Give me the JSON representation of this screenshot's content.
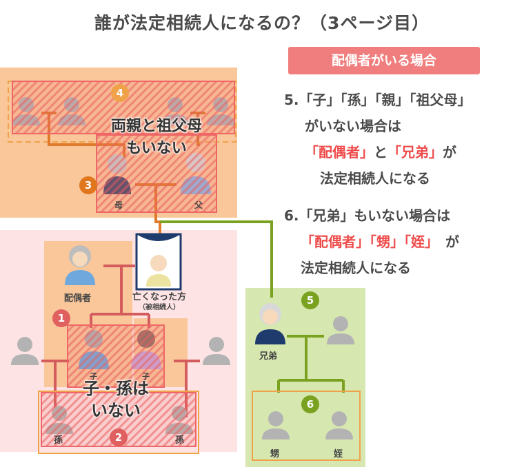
{
  "title": "誰が法定相続人になるの？（3ページ目）",
  "badge": "配偶者がいる場合",
  "rule5": {
    "line1": "5.「子」「孫」「親」「祖父母」",
    "line2": "がいない場合は",
    "line3_red1": "「配偶者」",
    "line3_mid": "と",
    "line3_red2": "「兄弟」",
    "line3_end": "が",
    "line4": "法定相続人になる"
  },
  "rule6": {
    "line1": "6.「兄弟」もいない場合は",
    "line2_red": "「配偶者」「甥」「姪」",
    "line2_end": "が",
    "line3": "法定相続人になる"
  },
  "diagram": {
    "parents_absent": "両親と祖父母\nもいない",
    "children_absent": "子・孫は\nいない",
    "mother": "母",
    "father": "父",
    "spouse": "配偶者",
    "deceased_line1": "亡くなった方",
    "deceased_line2": "（被相続人）",
    "sibling": "兄弟",
    "nephew": "甥",
    "niece": "姪",
    "grandchild_left": "孫",
    "grandchild_right": "孫",
    "child_left": "子",
    "child_right": "子",
    "num1": "1",
    "num2": "2",
    "num3": "3",
    "num4": "4",
    "num5": "5",
    "num6": "6"
  },
  "colors": {
    "orange_bg": "#f9c79a",
    "pink_bg": "#fde3e3",
    "green_bg": "#d6e8b0",
    "red": "#ee4b4b",
    "hatch": "#ee6666",
    "num_orange": "#e0761e",
    "num_red": "#e06060",
    "num_green": "#7aa11f",
    "line_orange": "#e07a2a",
    "line_green": "#7aa11f",
    "line_red": "#d45c5c"
  }
}
